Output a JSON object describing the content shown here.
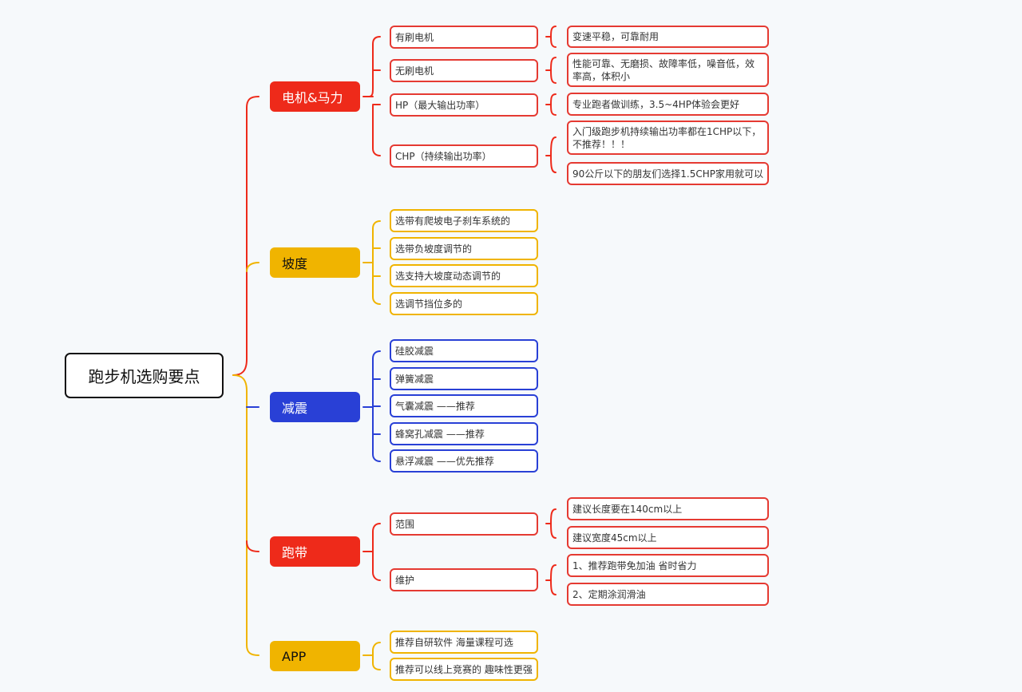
{
  "colors": {
    "red": "#ee2a1a",
    "yellow": "#f0b400",
    "blue": "#2940d6",
    "root_border": "#111111"
  },
  "root": {
    "label": "跑步机选购要点"
  },
  "branches": {
    "motor": {
      "label": "电机&马力",
      "children": {
        "brushed": {
          "label": "有刷电机",
          "note": "变速平稳，可靠耐用"
        },
        "brushless": {
          "label": "无刷电机",
          "note": "性能可靠、无磨损、故障率低，噪音低，效率高，体积小"
        },
        "hp": {
          "label": "HP（最大输出功率）",
          "note": "专业跑者做训练，3.5~4HP体验会更好"
        },
        "chp": {
          "label": "CHP（持续输出功率）",
          "note_1": "入门级跑步机持续输出功率都在1CHP以下，不推荐！！！",
          "note_2": "90公斤以下的朋友们选择1.5CHP家用就可以"
        }
      }
    },
    "incline": {
      "label": "坡度",
      "items": [
        "选带有爬坡电子刹车系统的",
        "选带负坡度调节的",
        "选支持大坡度动态调节的",
        "选调节挡位多的"
      ]
    },
    "cushion": {
      "label": "减震",
      "items": [
        "硅胶减震",
        "弹簧减震",
        "气囊减震 ——推荐",
        "蜂窝孔减震 ——推荐",
        "悬浮减震 ——优先推荐"
      ]
    },
    "belt": {
      "label": "跑带",
      "children": {
        "range": {
          "label": "范围",
          "note_1": "建议长度要在140cm以上",
          "note_2": "建议宽度45cm以上"
        },
        "maintain": {
          "label": "维护",
          "note_1": "1、推荐跑带免加油 省时省力",
          "note_2": "2、定期涂润滑油"
        }
      }
    },
    "app": {
      "label": "APP",
      "items": [
        "推荐自研软件 海量课程可选",
        "推荐可以线上竞赛的 趣味性更强"
      ]
    }
  }
}
